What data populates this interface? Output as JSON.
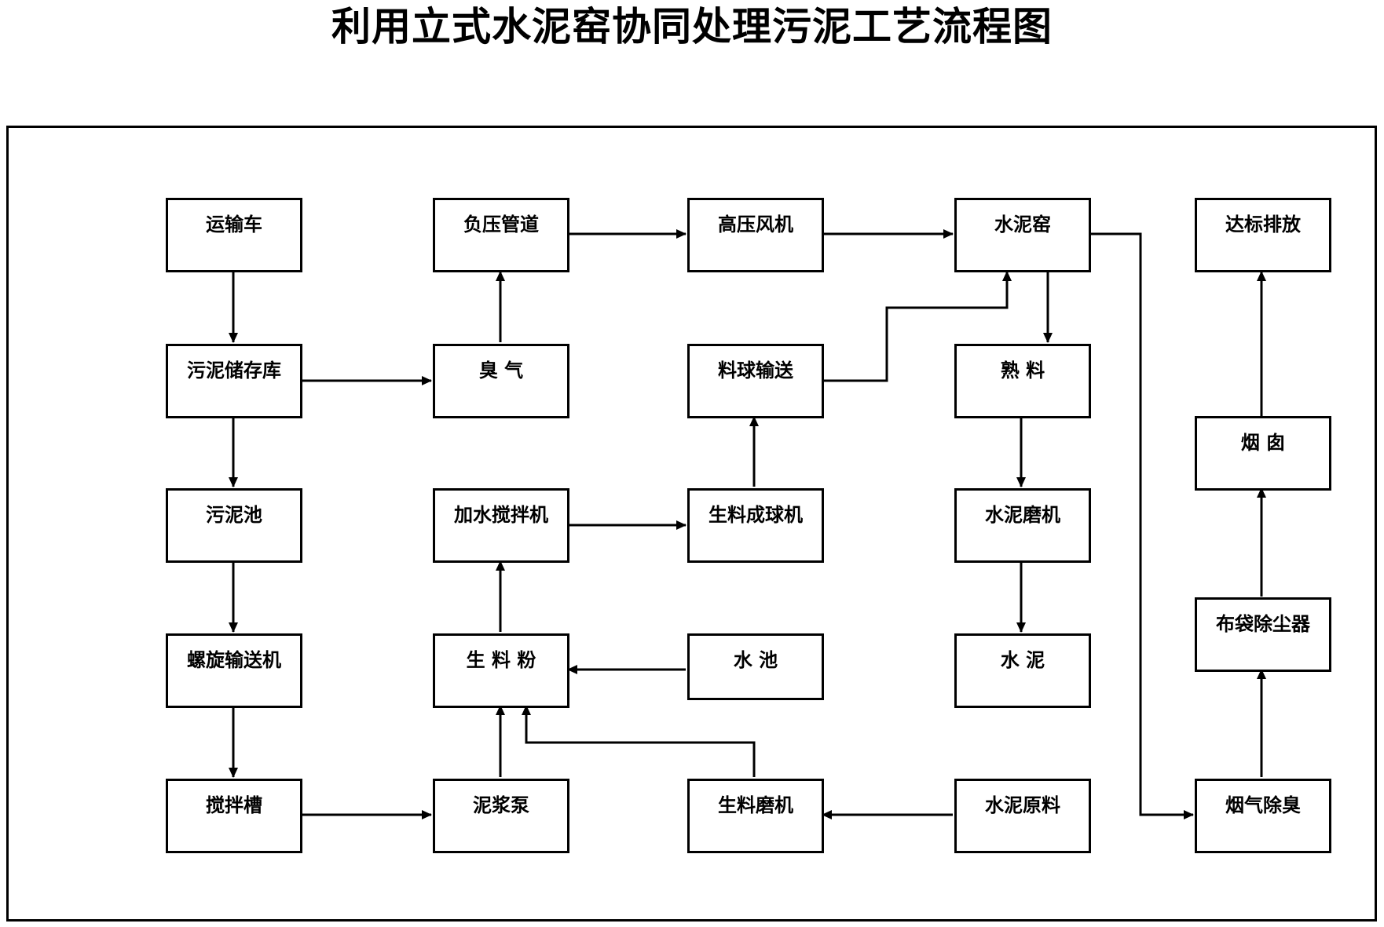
{
  "title": "利用立式水泥窑协同处理污泥工艺流程图",
  "nodes": {
    "transport_truck": "运输车",
    "sludge_storage": "污泥储存库",
    "sludge_pool": "污泥池",
    "screw_conveyor": "螺旋输送机",
    "mixing_tank": "搅拌槽",
    "negative_pressure_duct": "负压管道",
    "odor_gas": "臭 气",
    "water_mixer": "加水搅拌机",
    "raw_meal_powder": "生 料 粉",
    "slurry_pump": "泥浆泵",
    "high_pressure_fan": "高压风机",
    "pellet_conveying": "料球输送",
    "raw_meal_pelletizer": "生料成球机",
    "water_pool": "水 池",
    "raw_meal_mill": "生料磨机",
    "cement_kiln": "水泥窑",
    "clinker": "熟 料",
    "cement_mill": "水泥磨机",
    "cement": "水 泥",
    "cement_raw_material": "水泥原料",
    "compliant_discharge": "达标排放",
    "chimney": "烟 囱",
    "bag_filter": "布袋除尘器",
    "flue_gas_deodorization": "烟气除臭"
  },
  "edges": [
    [
      "transport_truck",
      "sludge_storage"
    ],
    [
      "sludge_storage",
      "sludge_pool"
    ],
    [
      "sludge_pool",
      "screw_conveyor"
    ],
    [
      "screw_conveyor",
      "mixing_tank"
    ],
    [
      "mixing_tank",
      "slurry_pump"
    ],
    [
      "slurry_pump",
      "raw_meal_powder"
    ],
    [
      "raw_meal_mill",
      "raw_meal_powder"
    ],
    [
      "cement_raw_material",
      "raw_meal_mill"
    ],
    [
      "water_pool",
      "raw_meal_powder"
    ],
    [
      "raw_meal_powder",
      "water_mixer"
    ],
    [
      "water_mixer",
      "raw_meal_pelletizer"
    ],
    [
      "raw_meal_pelletizer",
      "pellet_conveying"
    ],
    [
      "pellet_conveying",
      "cement_kiln"
    ],
    [
      "sludge_storage",
      "odor_gas"
    ],
    [
      "odor_gas",
      "negative_pressure_duct"
    ],
    [
      "negative_pressure_duct",
      "high_pressure_fan"
    ],
    [
      "high_pressure_fan",
      "cement_kiln"
    ],
    [
      "cement_kiln",
      "clinker"
    ],
    [
      "clinker",
      "cement_mill"
    ],
    [
      "cement_mill",
      "cement"
    ],
    [
      "cement_kiln",
      "flue_gas_deodorization"
    ],
    [
      "flue_gas_deodorization",
      "bag_filter"
    ],
    [
      "bag_filter",
      "chimney"
    ],
    [
      "chimney",
      "compliant_discharge"
    ]
  ]
}
